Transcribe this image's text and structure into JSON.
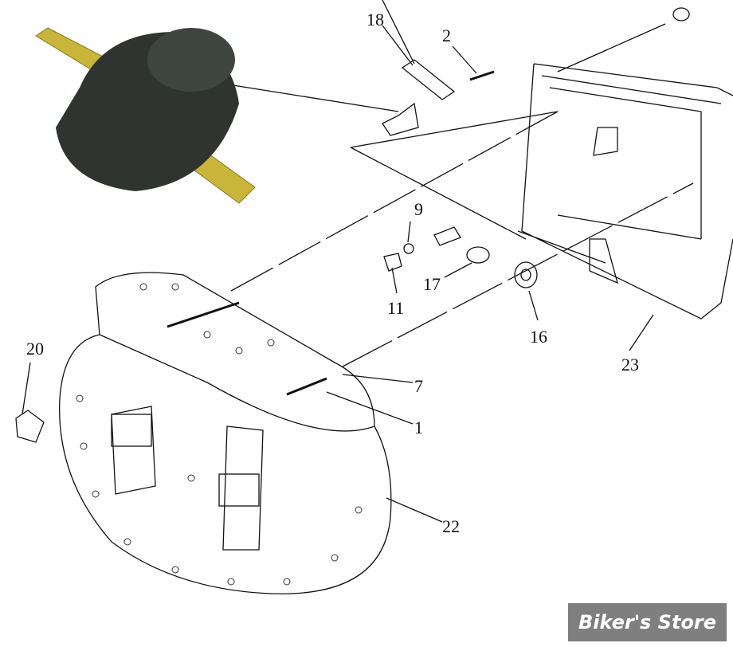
{
  "callouts": [
    {
      "id": "18",
      "text": "18"
    },
    {
      "id": "2",
      "text": "2"
    },
    {
      "id": "9",
      "text": "9"
    },
    {
      "id": "11",
      "text": "11"
    },
    {
      "id": "17",
      "text": "17"
    },
    {
      "id": "16",
      "text": "16"
    },
    {
      "id": "23",
      "text": "23"
    },
    {
      "id": "7",
      "text": "7"
    },
    {
      "id": "1",
      "text": "1"
    },
    {
      "id": "20",
      "text": "20"
    },
    {
      "id": "22",
      "text": "22"
    }
  ],
  "watermark": "Biker's Store"
}
